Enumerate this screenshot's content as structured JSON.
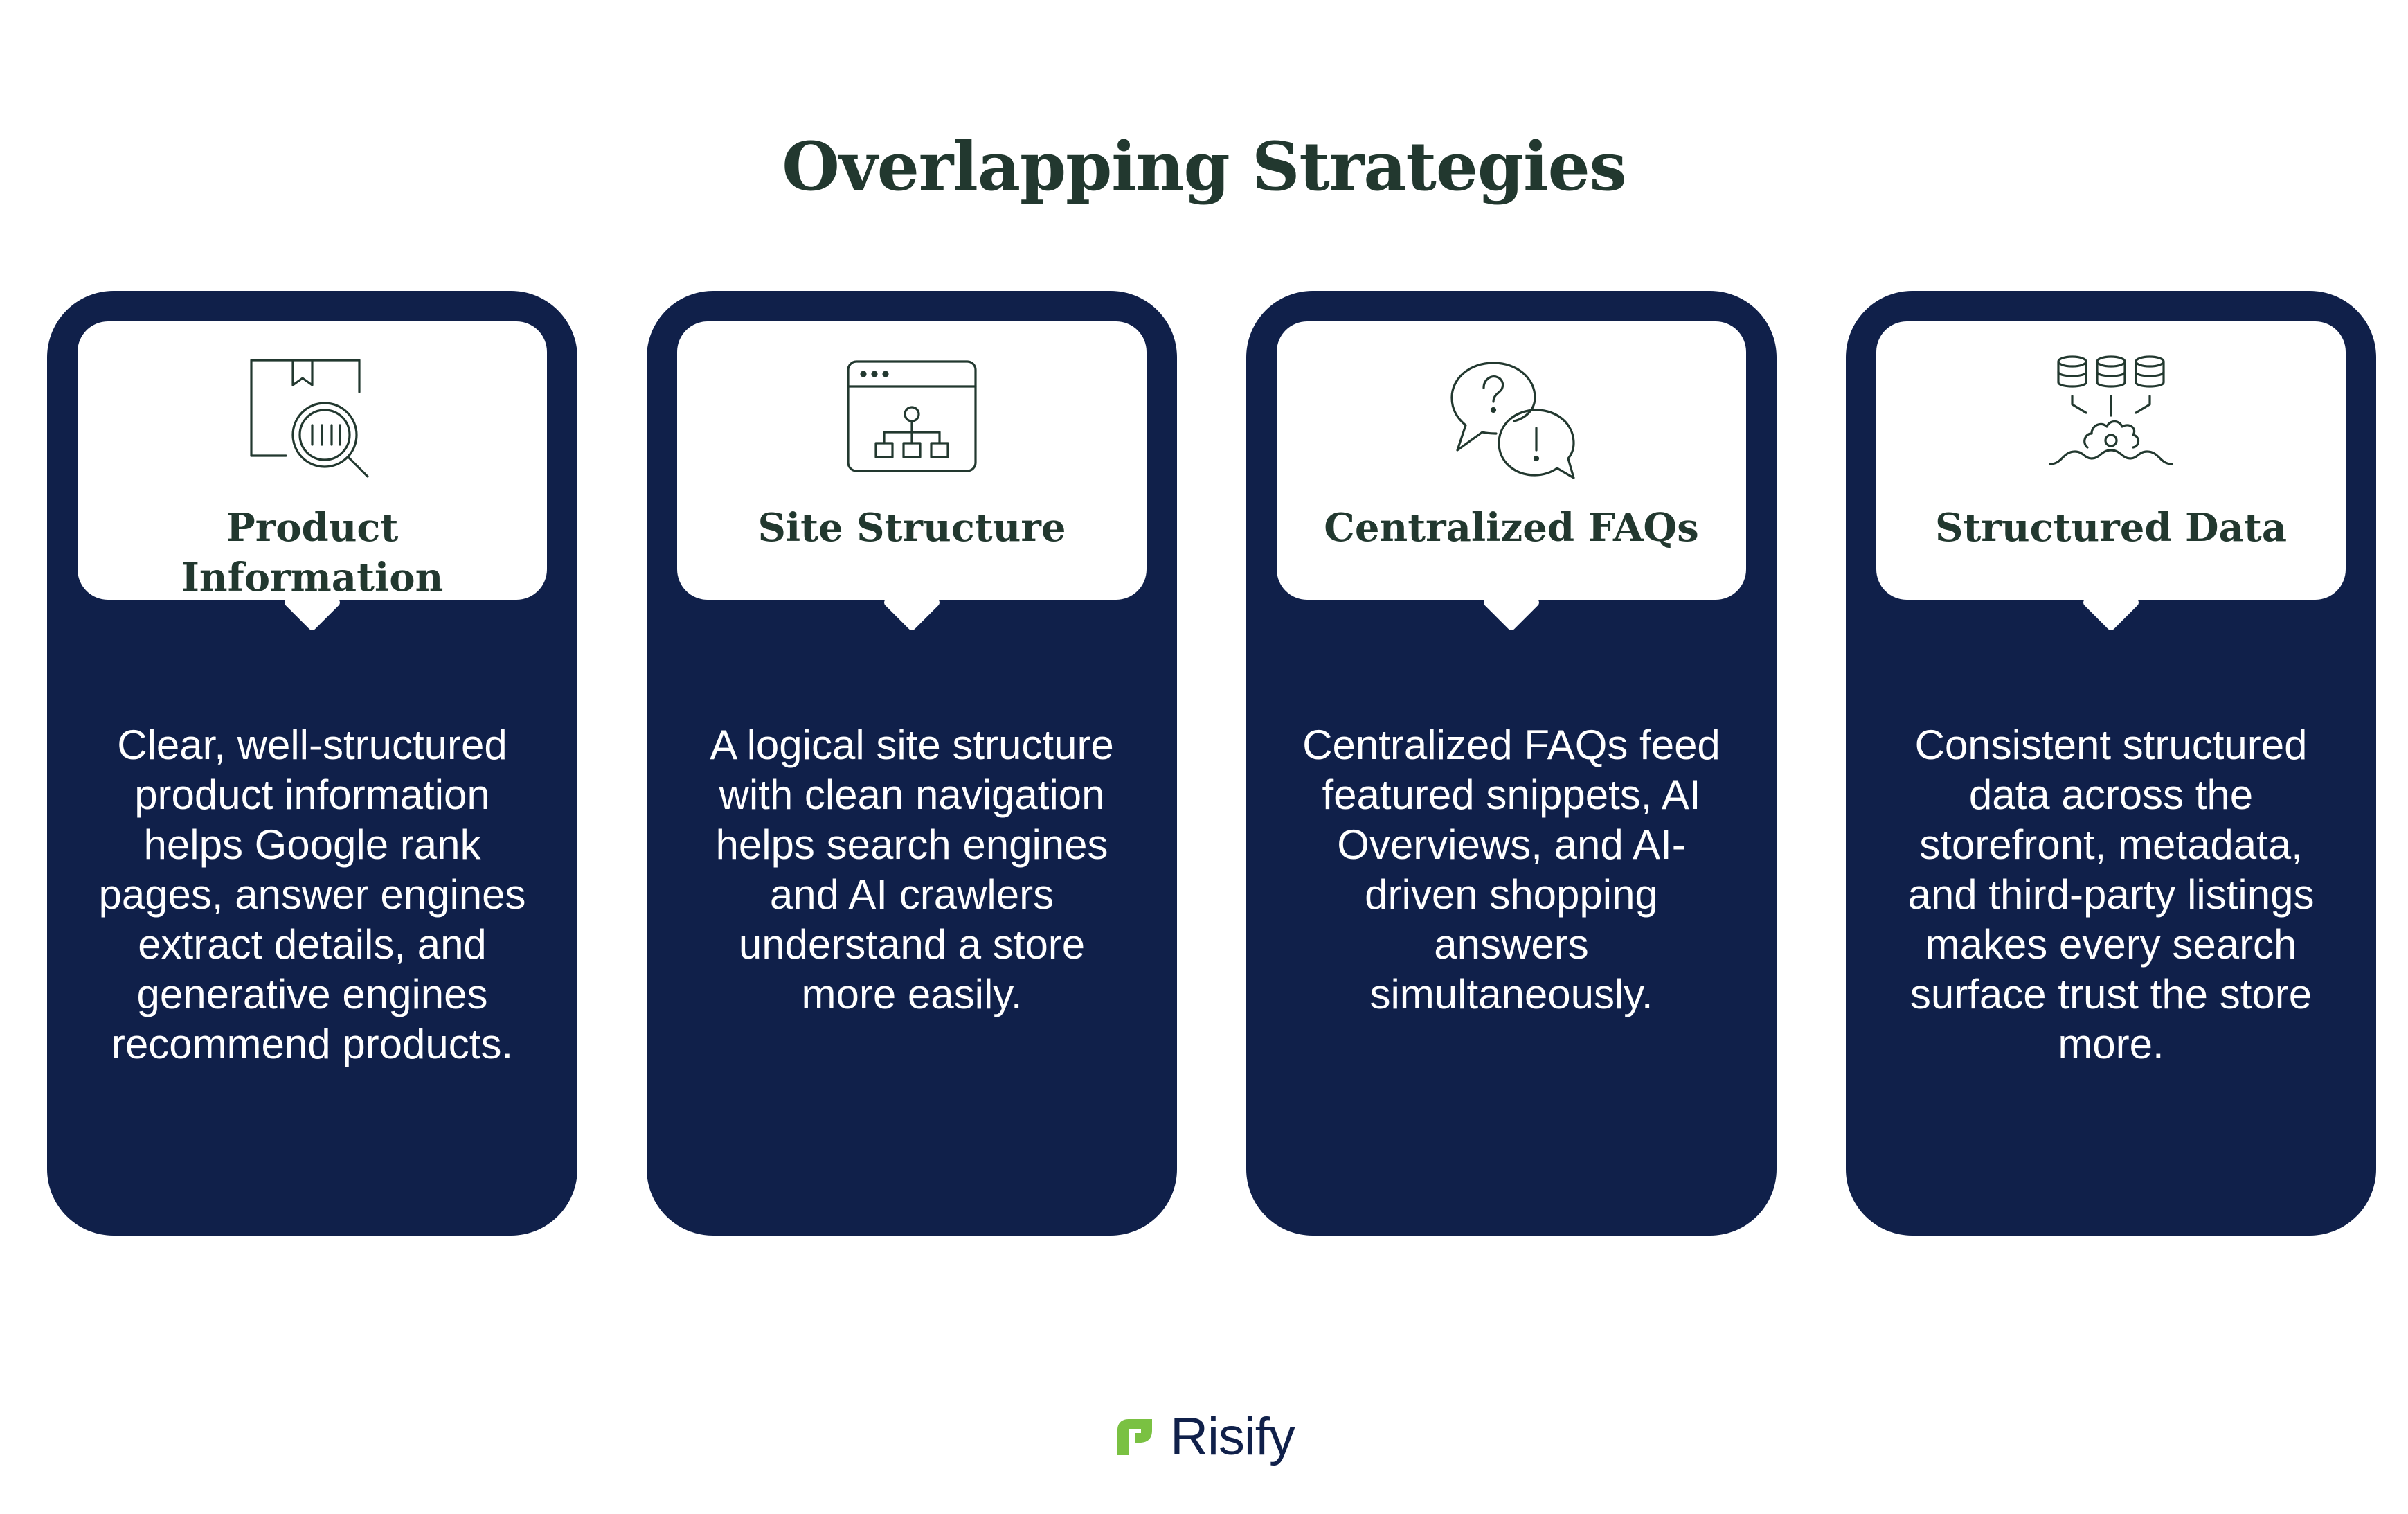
{
  "page": {
    "title": "Overlapping Strategies"
  },
  "colors": {
    "card_background": "#10204a",
    "bubble_background": "#ffffff",
    "heading_text": "#22382f",
    "body_text": "#ffffff",
    "brand_green": "#7ac142"
  },
  "cards": [
    {
      "icon": "product-search-icon",
      "title": "Product\nInformation",
      "description": "Clear, well-structured product information helps Google rank pages, answer engines extract details, and generative engines recommend products."
    },
    {
      "icon": "sitemap-icon",
      "title": "Site Structure",
      "description": "A logical site structure with clean navigation helps search engines and AI crawlers understand a store more easily."
    },
    {
      "icon": "faq-chat-icon",
      "title": "Centralized FAQs",
      "description": "Centralized FAQs feed featured snippets, AI Overviews, and AI-driven shopping answers simultaneously."
    },
    {
      "icon": "database-icon",
      "title": "Structured Data",
      "description": "Consistent structured data across the storefront, metadata, and third-party listings makes every search surface trust the store more."
    }
  ],
  "brand": {
    "name": "Risify",
    "logo_icon": "risify-logo-icon"
  }
}
